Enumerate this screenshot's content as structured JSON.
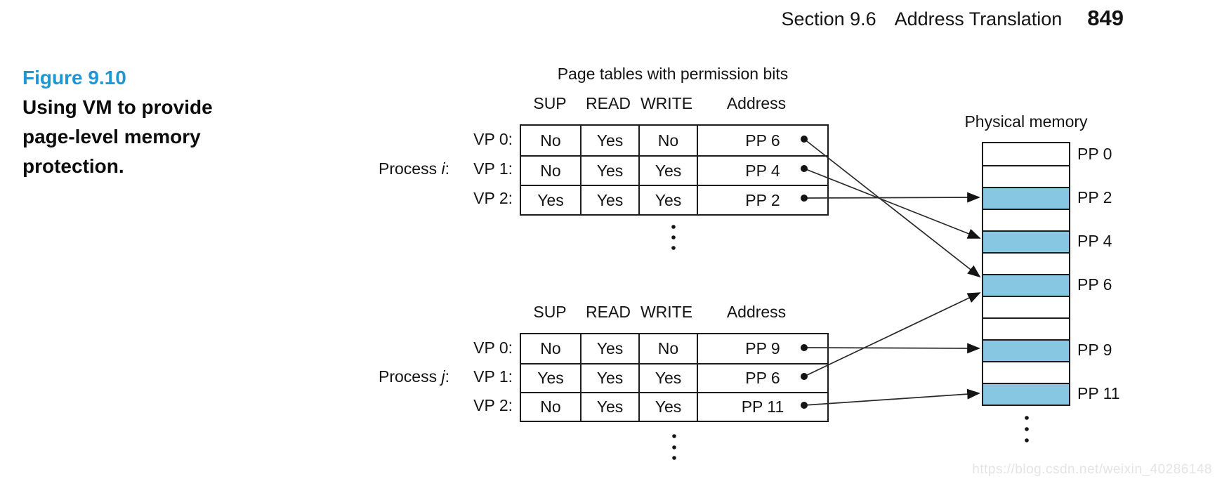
{
  "page_header": {
    "section": "Section 9.6",
    "title": "Address Translation",
    "page_number": "849"
  },
  "figure_caption": {
    "label": "Figure 9.10",
    "text": "Using VM to provide page-level memory protection."
  },
  "diagram": {
    "title": "Page tables with permission bits",
    "column_headers": [
      "SUP",
      "READ",
      "WRITE",
      "Address"
    ],
    "page_tables": [
      {
        "process": {
          "prefix": "Process",
          "variable": "i",
          "suffix": ":"
        },
        "rows": [
          {
            "vp": "VP 0:",
            "sup": "No",
            "read": "Yes",
            "write": "No",
            "address": "PP 6"
          },
          {
            "vp": "VP 1:",
            "sup": "No",
            "read": "Yes",
            "write": "Yes",
            "address": "PP 4"
          },
          {
            "vp": "VP 2:",
            "sup": "Yes",
            "read": "Yes",
            "write": "Yes",
            "address": "PP 2"
          }
        ]
      },
      {
        "process": {
          "prefix": "Process",
          "variable": "j",
          "suffix": ":"
        },
        "rows": [
          {
            "vp": "VP 0:",
            "sup": "No",
            "read": "Yes",
            "write": "No",
            "address": "PP 9"
          },
          {
            "vp": "VP 1:",
            "sup": "Yes",
            "read": "Yes",
            "write": "Yes",
            "address": "PP 6"
          },
          {
            "vp": "VP 2:",
            "sup": "No",
            "read": "Yes",
            "write": "Yes",
            "address": "PP 11"
          }
        ]
      }
    ],
    "physical_memory": {
      "title": "Physical memory",
      "cells": [
        {
          "label": "PP 0",
          "shaded": false
        },
        {
          "label": "",
          "shaded": false
        },
        {
          "label": "PP 2",
          "shaded": true
        },
        {
          "label": "",
          "shaded": false
        },
        {
          "label": "PP 4",
          "shaded": true
        },
        {
          "label": "",
          "shaded": false
        },
        {
          "label": "PP 6",
          "shaded": true
        },
        {
          "label": "",
          "shaded": false
        },
        {
          "label": "",
          "shaded": false
        },
        {
          "label": "PP 9",
          "shaded": true
        },
        {
          "label": "",
          "shaded": false
        },
        {
          "label": "PP 11",
          "shaded": true
        }
      ]
    },
    "mappings": [
      {
        "from": "Process i VP 0",
        "to": "PP 6"
      },
      {
        "from": "Process i VP 1",
        "to": "PP 4"
      },
      {
        "from": "Process i VP 2",
        "to": "PP 2"
      },
      {
        "from": "Process j VP 0",
        "to": "PP 9"
      },
      {
        "from": "Process j VP 1",
        "to": "PP 6"
      },
      {
        "from": "Process j VP 2",
        "to": "PP 11"
      }
    ]
  },
  "colors": {
    "accent_blue": "#1e97d4",
    "memory_highlight": "#87c7e2"
  },
  "watermark": "https://blog.csdn.net/weixin_40286148"
}
